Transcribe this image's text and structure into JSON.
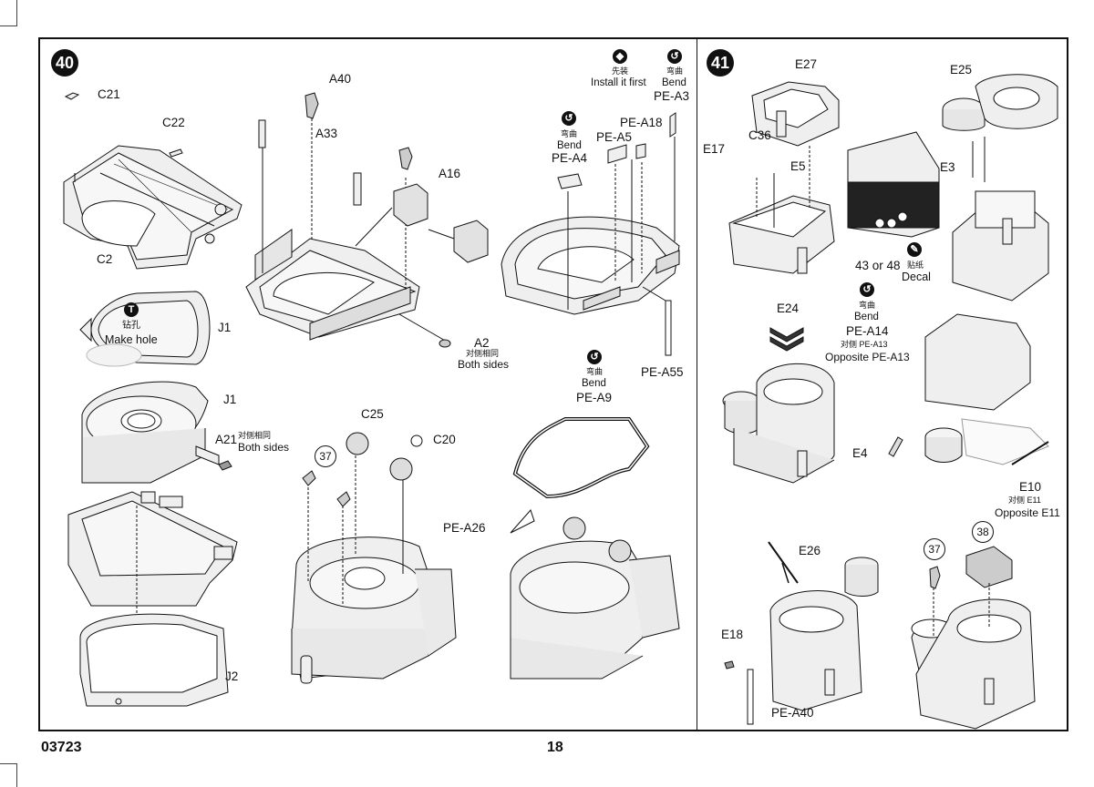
{
  "page": {
    "catalog_number": "03723",
    "page_number": "18"
  },
  "steps": [
    {
      "number": "40"
    },
    {
      "number": "41"
    }
  ],
  "labels": {
    "c21": "C21",
    "c22": "C22",
    "c2": "C2",
    "j1_a": "J1",
    "j1_b": "J1",
    "j2": "J2",
    "a40": "A40",
    "a33": "A33",
    "a16": "A16",
    "a2": "A2",
    "a21": "A21",
    "c25": "C25",
    "c20": "C20",
    "pe_a5": "PE-A5",
    "pe_a18": "PE-A18",
    "pe_a3": "PE-A3",
    "pe_a4": "PE-A4",
    "pe_a55": "PE-A55",
    "pe_a9": "PE-A9",
    "pe_a26": "PE-A26",
    "e27": "E27",
    "e25": "E25",
    "e17": "E17",
    "c36": "C36",
    "e5": "E5",
    "e3": "E3",
    "e24": "E24",
    "pe_a14": "PE-A14",
    "e4": "E4",
    "e10": "E10",
    "e26": "E26",
    "e18": "E18",
    "pe_a40": "PE-A40",
    "ref37_a": "37",
    "ref37_b": "37",
    "ref38": "38"
  },
  "notes": {
    "drill_cn": "钻孔",
    "drill_en": "Make hole",
    "both_sides_cn_a2": "对侧相同",
    "both_sides_en_a2": "Both sides",
    "both_sides_cn_a21": "对侧相同",
    "both_sides_en_a21": "Both  sides",
    "install_first_cn": "先装",
    "install_first_en": "Install it first",
    "bend_cn_a3": "弯曲",
    "bend_en_a3": "Bend",
    "bend_cn_a4": "弯曲",
    "bend_en_a4": "Bend",
    "bend_cn_a9": "弯曲",
    "bend_en_a9": "Bend",
    "bend_cn_a14": "弯曲",
    "bend_en_a14": "Bend",
    "opposite_cn_a13": "对侧 PE-A13",
    "opposite_en_a13": "Opposite  PE-A13",
    "opposite_cn_e11": "对侧 E11",
    "opposite_en_e11": "Opposite  E11",
    "decal_numbers": "43 or 48",
    "decal_cn": "贴纸",
    "decal_en": "Decal"
  },
  "icons": {
    "drill": "T",
    "bend": "bend-icon",
    "install_first": "install-first-icon",
    "decal": "decal-icon"
  },
  "colors": {
    "ink": "#111111",
    "part_fill": "#efefef",
    "shade": "#cfcfcf",
    "decal_dark": "#222222"
  }
}
